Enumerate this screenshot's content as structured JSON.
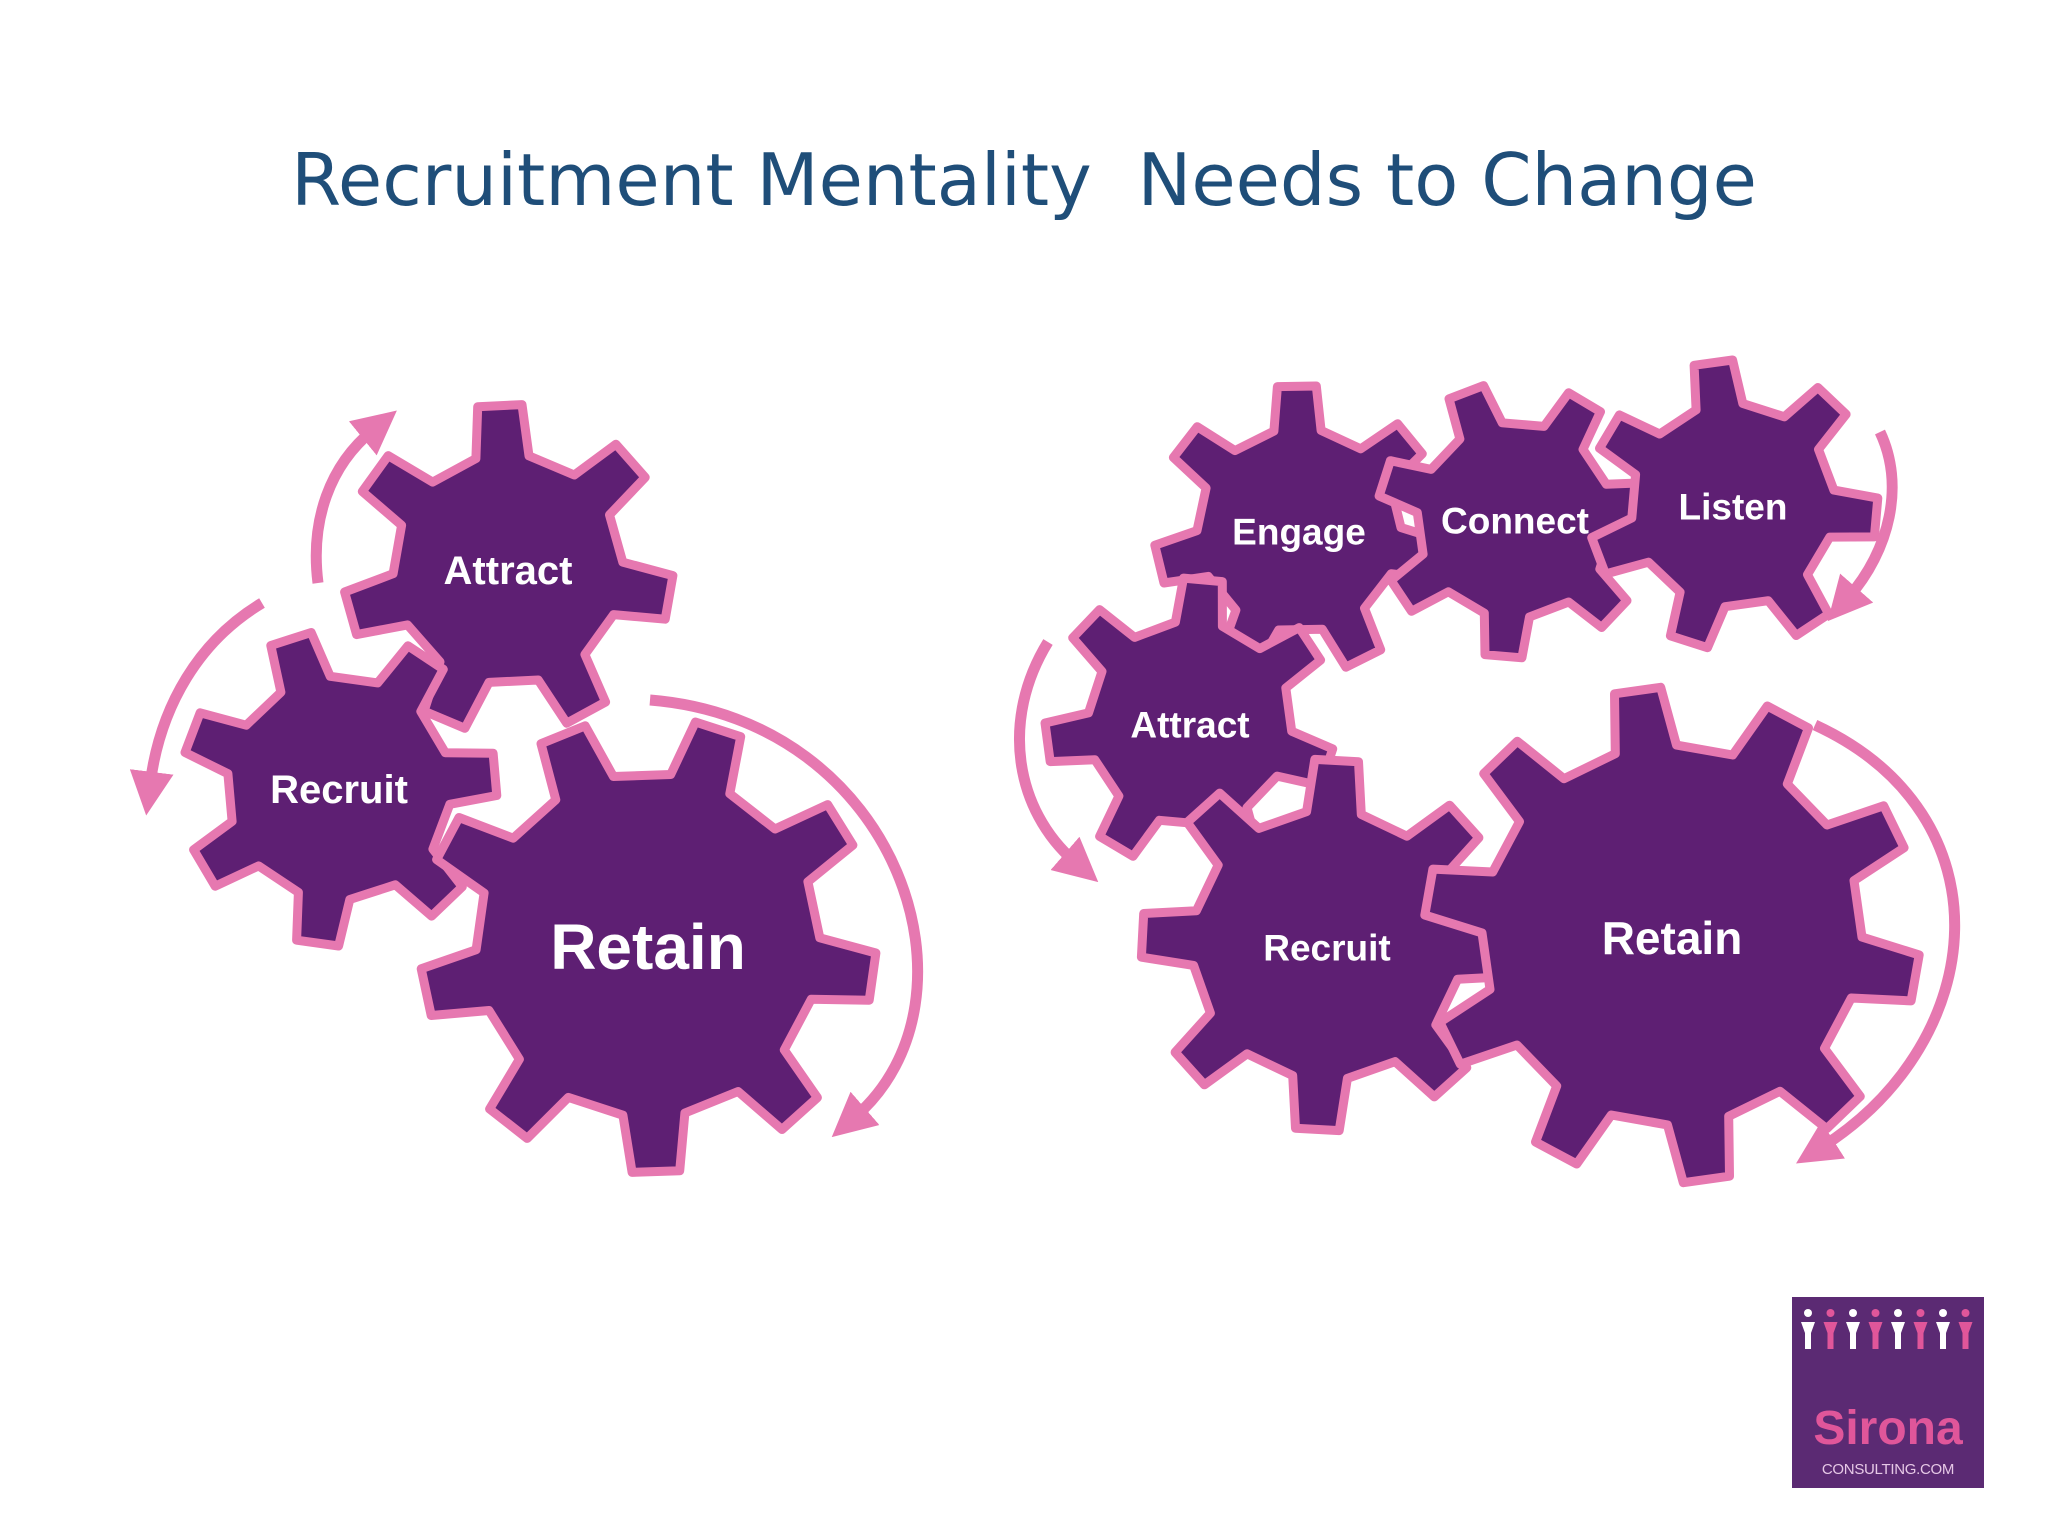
{
  "slide": {
    "title": "Recruitment Mentality  Needs to Change"
  },
  "colors": {
    "gear_fill": "#5e1f73",
    "gear_outline": "#e678b0",
    "arrow": "#e678b0",
    "title": "#1f4e79",
    "logo_bg": "#5b2a73",
    "logo_text": "#e0569a"
  },
  "left_diagram": {
    "gears": [
      {
        "label": "Attract"
      },
      {
        "label": "Recruit"
      },
      {
        "label": "Retain"
      }
    ]
  },
  "right_diagram": {
    "gears": [
      {
        "label": "Engage"
      },
      {
        "label": "Connect"
      },
      {
        "label": "Listen"
      },
      {
        "label": "Attract"
      },
      {
        "label": "Recruit"
      },
      {
        "label": "Retain"
      }
    ]
  },
  "logo": {
    "brand": "Sirona",
    "subtitle": "CONSULTING.COM"
  }
}
